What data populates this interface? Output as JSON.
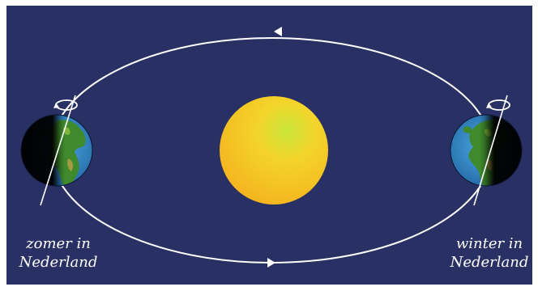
{
  "labels": {
    "left_line1": "zomer in",
    "left_line2": "Nederland",
    "right_line1": "winter in",
    "right_line2": "Nederland"
  },
  "colors": {
    "background": "#293164",
    "orbit": "#ffffff",
    "sun_core": "#c9e63a",
    "sun_outer": "#f5b21f",
    "ocean": "#2f7fc8",
    "land": "#3f8a2c",
    "night": "#000000"
  },
  "icons": {
    "rotation": "rotation-arrow-icon",
    "orbit_direction": "orbit-arrow-icon"
  }
}
